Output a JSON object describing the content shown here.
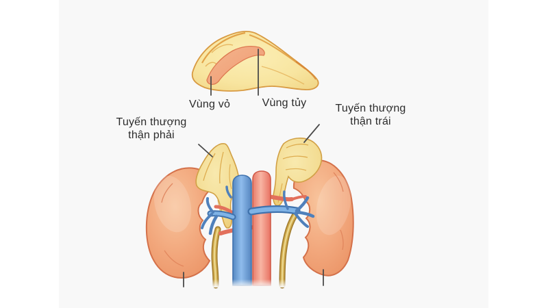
{
  "diagram": {
    "labels": {
      "cortex": "Vùng vỏ",
      "medulla": "Vùng tủy",
      "adrenal_right": "Tuyến thượng\nthận phải",
      "adrenal_left": "Tuyến thượng\nthận trái"
    },
    "colors": {
      "page_background": "#ffffff",
      "panel_background": "#f8f8f8",
      "kidney": "#f2a77c",
      "kidney_outline": "#d4714a",
      "adrenal_gland": "#f3dc92",
      "adrenal_outline": "#d9a84e",
      "gland_cortex": "#f8e5a0",
      "gland_medulla": "#f0a078",
      "vena_cava_blue": "#7fb3e6",
      "vena_cava_outline": "#3f72ad",
      "aorta_red": "#f49a8a",
      "aorta_outline": "#cf5a48",
      "ureter_yellow": "#cfa94c",
      "pointer_line": "#4a4a4a",
      "label_text": "#2b2b2b"
    }
  }
}
